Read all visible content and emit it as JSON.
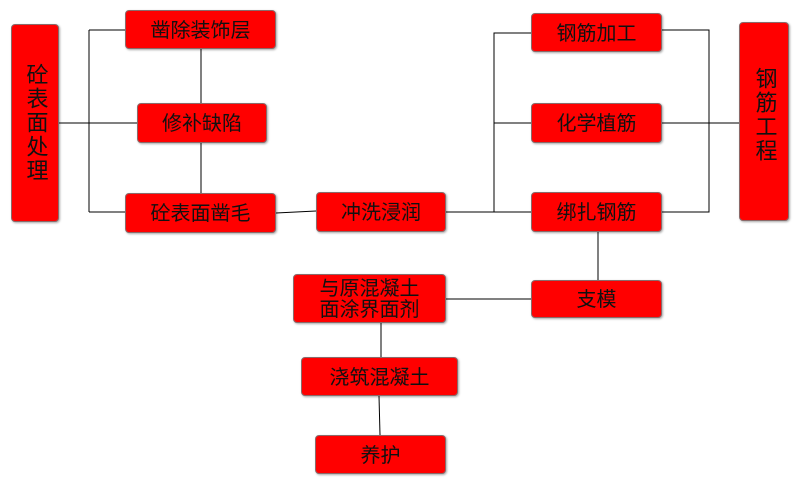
{
  "colors": {
    "box_fill": "#ff0000",
    "line": "#000000"
  },
  "nodes": {
    "surface": "砼表面处理",
    "chisel_decor": "凿除装饰层",
    "repair": "修补缺陷",
    "roughen": "砼表面凿毛",
    "rinse": "冲洗浸润",
    "rebar_process": "钢筋加工",
    "chem_anchor": "化学植筋",
    "tie_rebar": "绑扎钢筋",
    "rebar_work": "钢筋工程",
    "formwork": "支模",
    "interface_agent_line1": "与原混凝土",
    "interface_agent_line2": "面涂界面剂",
    "pour": "浇筑混凝土",
    "cure": "养护"
  }
}
